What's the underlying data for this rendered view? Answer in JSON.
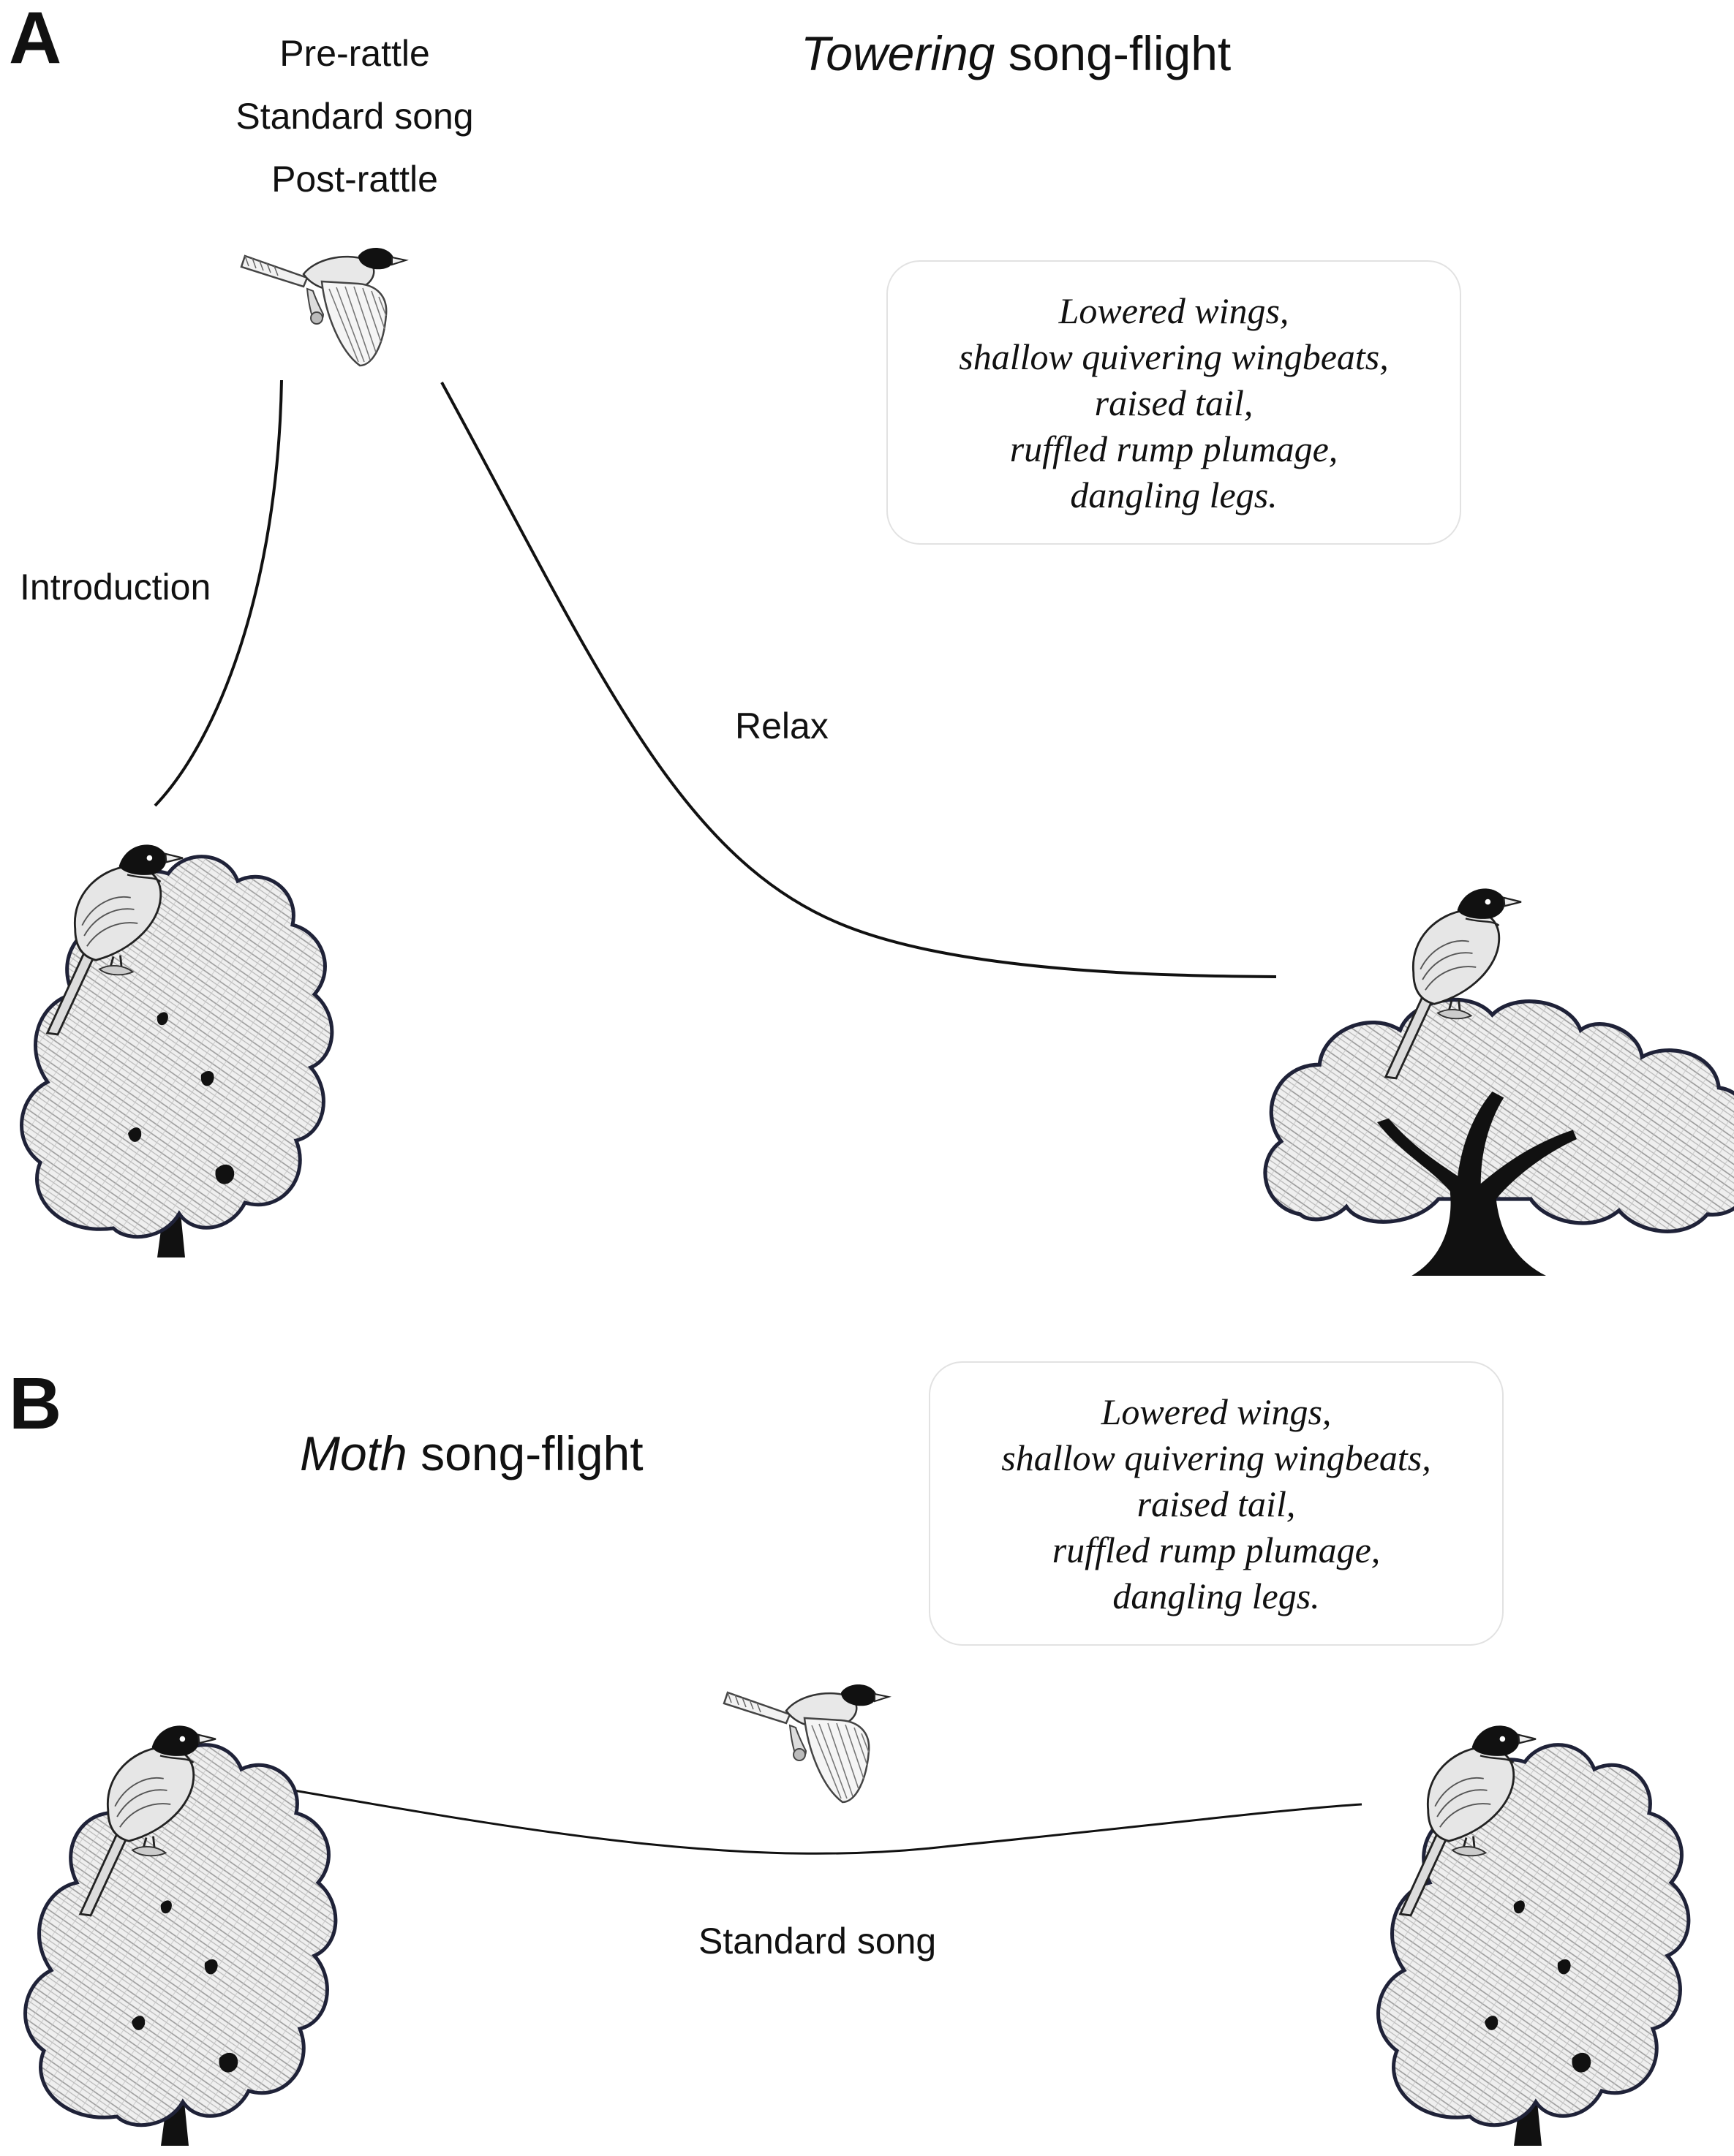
{
  "panel_a": {
    "letter": "A",
    "title_italic": "Towering",
    "title_rest": " song-flight",
    "phases": [
      "Pre-rattle",
      "Standard song",
      "Post-rattle"
    ],
    "label_introduction": "Introduction",
    "label_relax": "Relax",
    "traits": [
      "Lowered wings,",
      "shallow quivering wingbeats,",
      "raised tail,",
      "ruffled rump plumage,",
      "dangling legs."
    ]
  },
  "panel_b": {
    "letter": "B",
    "title_italic": "Moth",
    "title_rest": " song-flight",
    "label_standard_song": "Standard song",
    "traits": [
      "Lowered wings,",
      "shallow quivering wingbeats,",
      "raised tail,",
      "ruffled rump plumage,",
      "dangling legs."
    ]
  },
  "colors": {
    "ink": "#111111",
    "foliage": "#8c8c8c",
    "outline": "#1a1a2e",
    "bird_fill": "#d9d9d9"
  }
}
